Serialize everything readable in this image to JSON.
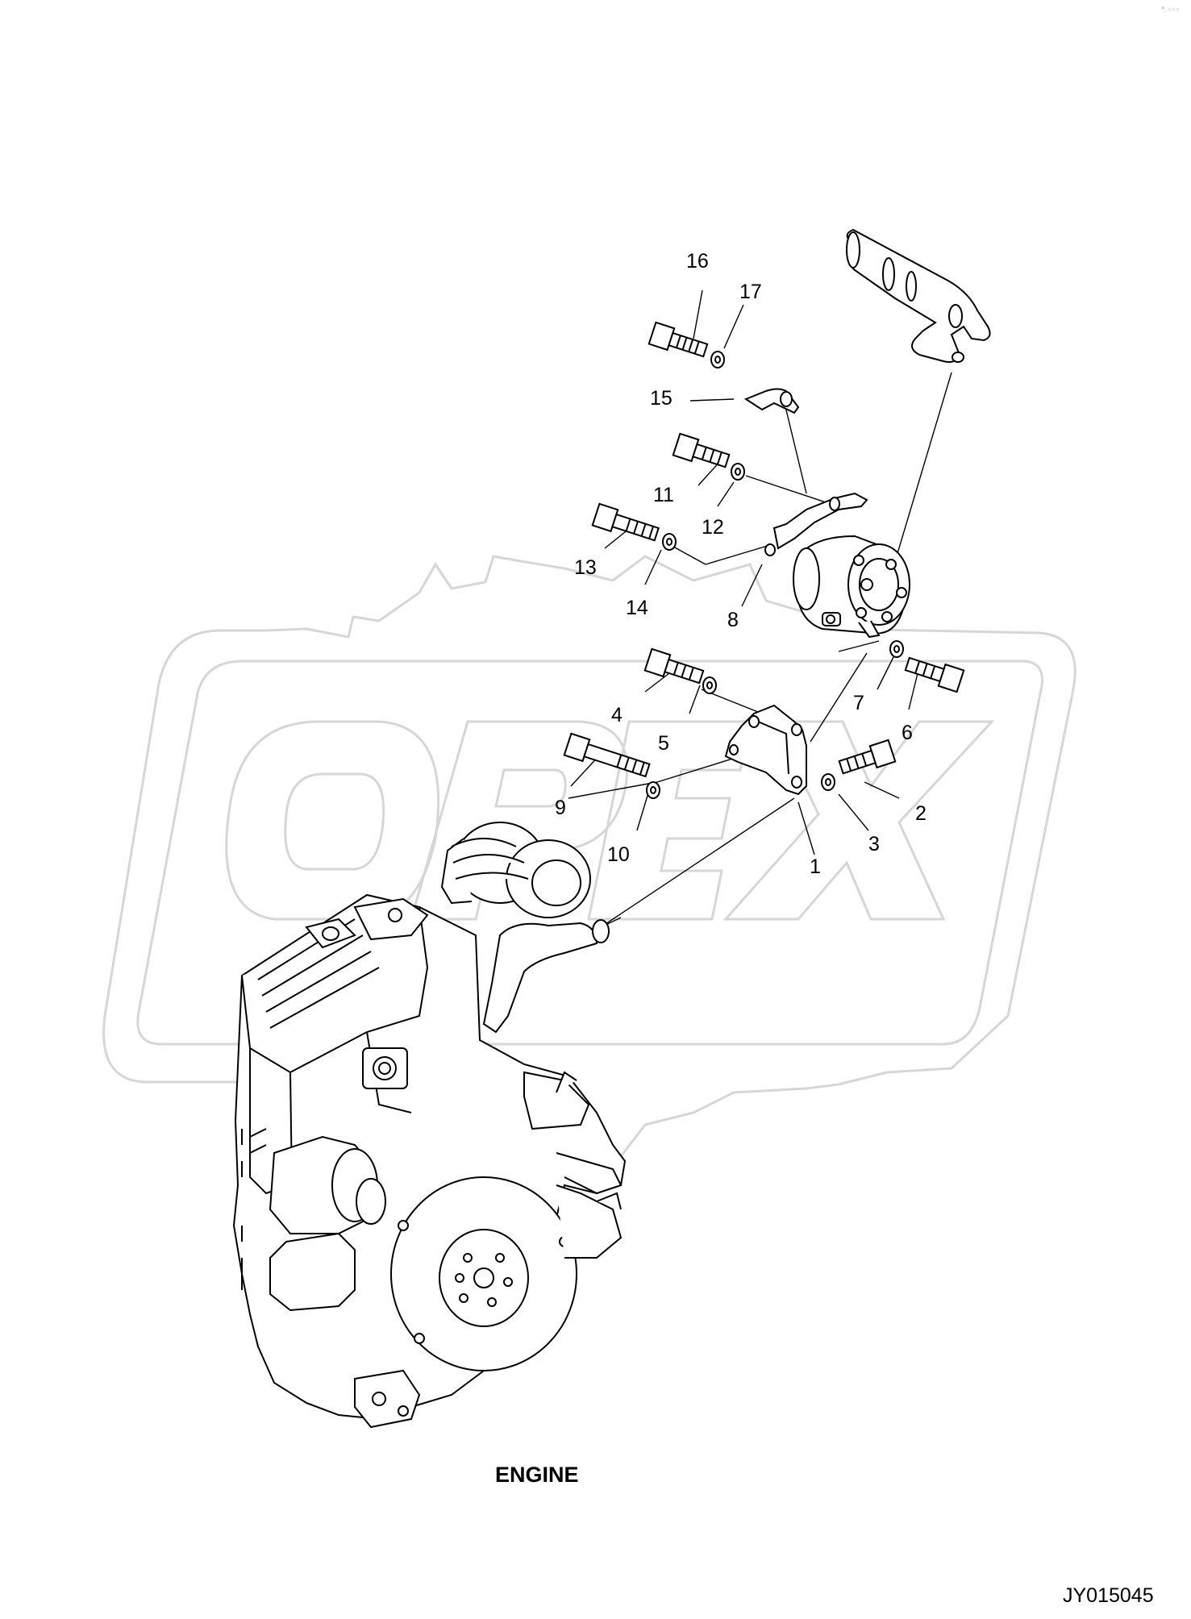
{
  "corner_mark": "° ◦◦◦",
  "callouts": [
    "16",
    "17",
    "15",
    "11",
    "12",
    "13",
    "14",
    "8",
    "4",
    "5",
    "7",
    "6",
    "9",
    "10",
    "1",
    "3",
    "2"
  ],
  "engine_label": "ENGINE",
  "figure_id": "JY015045",
  "watermark_text": "OPEX",
  "colors": {
    "line": "#000000",
    "watermark": "#d9d9d9",
    "background": "#ffffff"
  }
}
